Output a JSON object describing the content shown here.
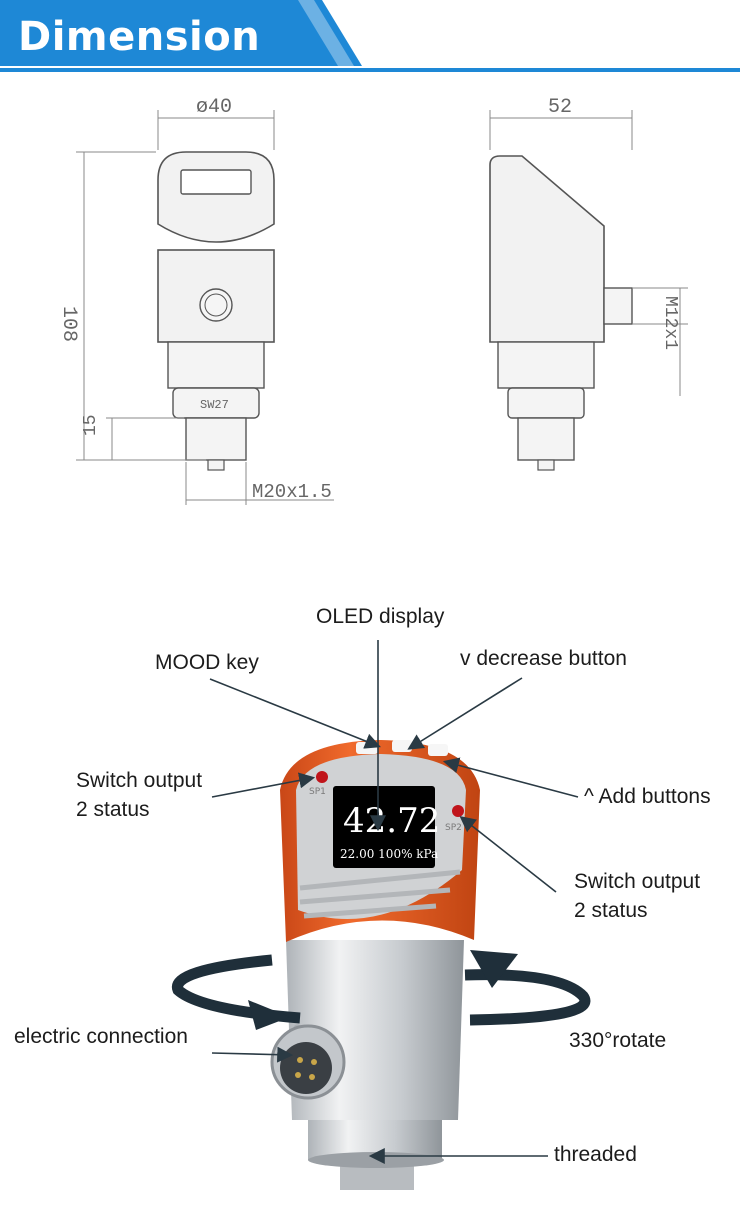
{
  "header": {
    "title": "Dimension"
  },
  "drawing": {
    "width_dim": "ø40",
    "depth_dim": "52",
    "height_dim": "108",
    "thread_len_dim": "15",
    "wrench_label": "SW27",
    "process_thread": "M20x1.5",
    "connector_thread": "M12x1"
  },
  "display": {
    "main_value": "42.72",
    "sub_line": "22.00 100% kPa",
    "sp1": "SP1",
    "sp2": "SP2"
  },
  "labels": {
    "oled_display": "OLED display",
    "mood_key": "MOOD key",
    "decrease_button": "v decrease button",
    "switch_output_left_line1": "Switch output",
    "switch_output_left_line2": "2 status",
    "add_buttons": "^ Add buttons",
    "switch_output_right_line1": "Switch output",
    "switch_output_right_line2": "2 status",
    "electric_connection": "electric connection",
    "rotate": "330°rotate",
    "threaded": "threaded"
  },
  "colors": {
    "banner_blue": "#1e88d6",
    "housing_orange": "#e35a22",
    "line_dark": "#2a3a44"
  }
}
